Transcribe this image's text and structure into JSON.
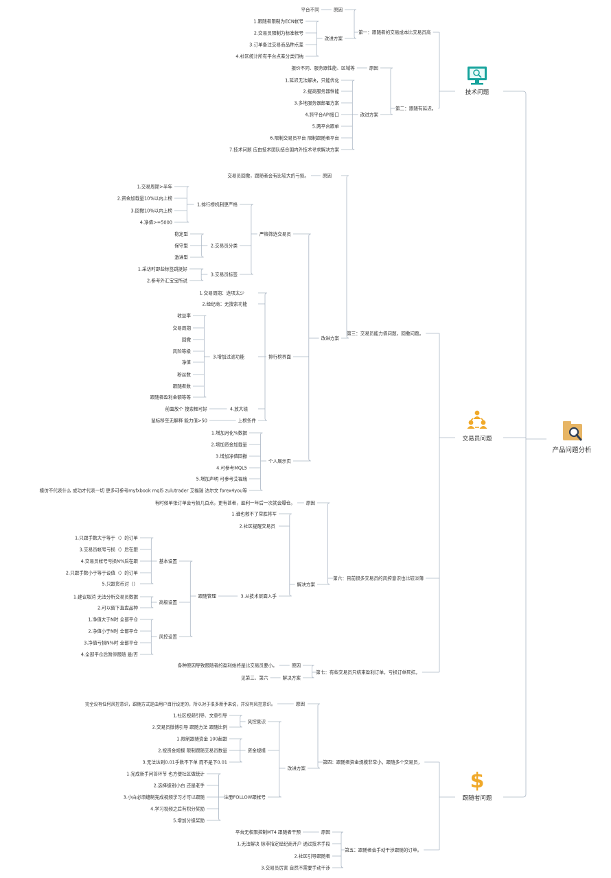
{
  "colors": {
    "line": "#aab6c4",
    "text": "#333333",
    "teal": "#16a39c",
    "amber": "#f0a92a",
    "folder": "#e7b565",
    "magnifier": "#2f3f55"
  },
  "root": {
    "label": "产品问题分析",
    "icon": "folder-magnifier-icon"
  },
  "categories": [
    {
      "label": "技术问题",
      "icon": "monitor-icon",
      "problems": [
        {
          "label": "第一：跟随者的交易成本比交易员高",
          "children": [
            {
              "label": "原因",
              "children": [
                {
                  "label": "平台不同"
                }
              ]
            },
            {
              "label": "改进方案",
              "children": [
                {
                  "label": "1.跟随者限制为ECN帐号"
                },
                {
                  "label": "2.交易员限制为标准帐号"
                },
                {
                  "label": "3.订单备注交易商品种点差"
                },
                {
                  "label": "4.社区统计所有平台点差分类归纳"
                }
              ]
            }
          ]
        },
        {
          "label": "第二：跟随有延迟。",
          "children": [
            {
              "label": "原因",
              "children": [
                {
                  "label": "报价不同、服务器性能、区域等"
                }
              ]
            },
            {
              "label": "改进方案",
              "children": [
                {
                  "label": "1.延迟无法解决，只能优化"
                },
                {
                  "label": "2.提高服务器性能"
                },
                {
                  "label": "3.多地服务器部署方案"
                },
                {
                  "label": "4.跨平台API接口"
                },
                {
                  "label": "5.两平台跟单"
                },
                {
                  "label": "6.限制交易员平台  限制跟随者平台"
                },
                {
                  "label": "7.技术问题  应由技术团队结合国内外技术寻求解决方案"
                }
              ]
            }
          ]
        }
      ]
    },
    {
      "label": "交易员问题",
      "icon": "people-icon",
      "problems": [
        {
          "label": "第三：交易员能力值问题，回撤问题。",
          "children": [
            {
              "label": "原因",
              "children": [
                {
                  "label": "交易员回撤，跟随者会有比较大的亏损。"
                }
              ]
            },
            {
              "label": "改进方案",
              "children": [
                {
                  "label": "严格筛选交易员",
                  "children": [
                    {
                      "label": "1.排行榜机制更严格",
                      "children": [
                        {
                          "label": "1.交易周期>半年"
                        },
                        {
                          "label": "2.资金加载量10%以内上榜"
                        },
                        {
                          "label": "3.回撤10%以内上榜"
                        },
                        {
                          "label": "4.净值>=5000"
                        }
                      ]
                    },
                    {
                      "label": "2.交易员分类",
                      "children": [
                        {
                          "label": "稳定型"
                        },
                        {
                          "label": "保守型"
                        },
                        {
                          "label": "激进型"
                        }
                      ]
                    },
                    {
                      "label": "3.交易员标签",
                      "children": [
                        {
                          "label": "1.采访时即些标签跳挺好"
                        },
                        {
                          "label": "2.参考外汇宝宝所说"
                        }
                      ]
                    }
                  ]
                },
                {
                  "label": "排行榜界面",
                  "children": [
                    {
                      "label": "1.交易周期：选项太少"
                    },
                    {
                      "label": "2.经纪商：无搜索功能"
                    },
                    {
                      "label": "3.增加过滤功能",
                      "children": [
                        {
                          "label": "收益率"
                        },
                        {
                          "label": "交易周期"
                        },
                        {
                          "label": "回撤"
                        },
                        {
                          "label": "风险等级"
                        },
                        {
                          "label": "净值"
                        },
                        {
                          "label": "粉丝数"
                        },
                        {
                          "label": "跟随者数"
                        },
                        {
                          "label": "跟随者盈利金额等等"
                        }
                      ]
                    },
                    {
                      "label": "4.放大镜",
                      "children": [
                        {
                          "label": "前面放个  搜索框可好"
                        }
                      ]
                    },
                    {
                      "label": "上榜条件",
                      "children": [
                        {
                          "label": "鼠标移至无解释  能力值>50"
                        }
                      ]
                    }
                  ]
                },
                {
                  "label": "个人展示页",
                  "children": [
                    {
                      "label": "1.增加月化%数据"
                    },
                    {
                      "label": "2.增加资金加载量"
                    },
                    {
                      "label": "3.增加净值回撤"
                    },
                    {
                      "label": "4.可参考MQL5"
                    },
                    {
                      "label": "5.增加声明  可参考艾福瑞"
                    },
                    {
                      "label": "模仿不代表什么  成功才代表一切  更多可参考myfxbook   mql5  zulutrader  艾福瑞  达尔文  forex4you等"
                    }
                  ]
                }
              ]
            }
          ]
        },
        {
          "label": "第六：目前很多交易员的风控意识也比较淡薄",
          "children": [
            {
              "label": "原因",
              "children": [
                {
                  "label": "有时候单张订单会亏损几百点，更有甚者，盈利一年后一次就会爆仓。"
                }
              ]
            },
            {
              "label": "解决方案",
              "children": [
                {
                  "label": "1.谁也救不了常胜将军"
                },
                {
                  "label": "2.社区提醒交易员"
                },
                {
                  "label": "3.从技术层面入手",
                  "children": [
                    {
                      "label": "跟随管理",
                      "children": [
                        {
                          "label": "基本设置",
                          "children": [
                            {
                              "label": "1.只跟手数大于等于（）的订单"
                            },
                            {
                              "label": "3.交易员帐号亏损（）后在跟"
                            },
                            {
                              "label": "4.交易员帐号亏损N%后在跟"
                            },
                            {
                              "label": "2.只跟手数小于等于设值（）的订单"
                            },
                            {
                              "label": "5.只跟货币对（）"
                            }
                          ]
                        },
                        {
                          "label": "高级设置",
                          "children": [
                            {
                              "label": "1.建议取消  无法分析交易员数据"
                            },
                            {
                              "label": "2.可以留下直盘品种"
                            }
                          ]
                        },
                        {
                          "label": "风控设置",
                          "children": [
                            {
                              "label": "1.净值大于N时  全部平仓"
                            },
                            {
                              "label": "2.净值小于N时  全部平仓"
                            },
                            {
                              "label": "3.净值亏损N%时  全部平仓"
                            },
                            {
                              "label": "4.全部平仓后暂停跟随  是/否"
                            }
                          ]
                        }
                      ]
                    }
                  ]
                }
              ]
            }
          ]
        },
        {
          "label": "第七：有些交易员只结束盈利订单，亏损订单死扛。",
          "children": [
            {
              "label": "原因",
              "children": [
                {
                  "label": "各种原因导致跟随者的盈利始终是比交易员要小。"
                }
              ]
            },
            {
              "label": "解决方案",
              "children": [
                {
                  "label": "见第三、第六"
                }
              ]
            }
          ]
        }
      ]
    },
    {
      "label": "跟随者问题",
      "icon": "dollar-icon",
      "problems": [
        {
          "label": "第四：跟随者资金规模非常小，跟随多个交易员，",
          "children": [
            {
              "label": "原因",
              "children": [
                {
                  "label": "完全没有任何风控意识，跟随方式是由用户自行设定的，所以对于很多新手来说，并没有风控意识。"
                }
              ]
            },
            {
              "label": "改进方案",
              "children": [
                {
                  "label": "风控意识",
                  "children": [
                    {
                      "label": "1.社区视频引导、文章引导"
                    },
                    {
                      "label": "2.交易员微博引导  跟随方法  跟随比例"
                    }
                  ]
                },
                {
                  "label": "资金规模",
                  "children": [
                    {
                      "label": "1.限制跟随资金  100起跟"
                    },
                    {
                      "label": "2.按资金规模  限制跟随交易员数量"
                    },
                    {
                      "label": "3.无法达到0.01手数不下单  而不是下0.01"
                    }
                  ]
                },
                {
                  "label": "注册FOLLOW跟帐号",
                  "children": [
                    {
                      "label": "1.完成新手问答环节  也方便社区做统计"
                    },
                    {
                      "label": "2.选择级别小白  还是老手"
                    },
                    {
                      "label": "3.小白必须缝制完成视频学习才可以跟随"
                    },
                    {
                      "label": "4.学习视频之后有积分奖励"
                    },
                    {
                      "label": "5.增加分级奖励"
                    }
                  ]
                }
              ]
            }
          ]
        },
        {
          "label": "第五：跟随者会手动干涉跟随的订单。",
          "children": [
            {
              "label": "原因",
              "children": [
                {
                  "label": "平台无权限控制MT4  跟随者干预"
                }
              ]
            },
            {
              "label": "1.无法解决  除非指定经纪商开户  通过技术手段"
            },
            {
              "label": "2.社区引导跟随者"
            },
            {
              "label": "3.交易员厉害  自然不需要手动干涉"
            }
          ]
        }
      ]
    }
  ]
}
